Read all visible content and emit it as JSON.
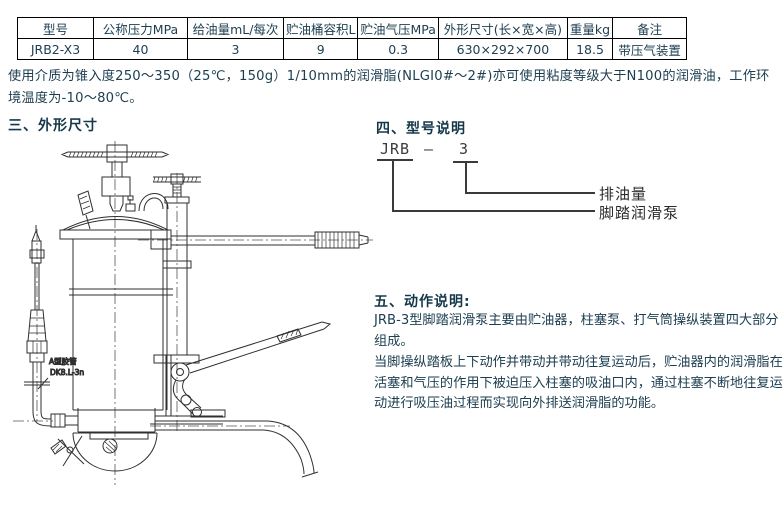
{
  "page": {
    "background": "#ffffff",
    "text_color": "#1c3e50",
    "heading_color": "#14384a"
  },
  "spec_table": {
    "headers": [
      "型号",
      "公称压力MPa",
      "给油量mL/每次",
      "贮油桶容积L",
      "贮油气压MPa",
      "外形尺寸(长×宽×高)",
      "重量kg",
      "备注"
    ],
    "row": [
      "JRB2-X3",
      "40",
      "3",
      "9",
      "0.3",
      "630×292×700",
      "18.5",
      "带压气装置"
    ]
  },
  "intro": {
    "text": "使用介质为锥入度250～350（25℃，150g）1/10mm的润滑脂(NLGI0#～2#)亦可使用粘度等级大于N100的润滑油，工作环境温度为-10～80℃。"
  },
  "sections": {
    "outline": {
      "heading": "三、外形尺寸"
    },
    "model": {
      "heading": "四、型号说明",
      "code_prefix": "JRB",
      "code_dash": "—",
      "code_number": "3",
      "label_discharge": "排油量",
      "label_pump": "脚踏润滑泵"
    },
    "action": {
      "heading": "五、动作说明:",
      "para1": "JRB-3型脚踏润滑泵主要由贮油器，柱塞泵、打气筒操纵装置四大部分组成。",
      "para2": "当脚操纵踏板上下动作并带动并带动往复运动后，贮油器内的润滑脂在活塞和气压的作用下被迫压入柱塞的吸油口内，通过柱塞不断地往复运动进行吸压油过程而实现向外排送润滑脂的功能。"
    }
  },
  "drawing": {
    "hose_label_line1": "A型胶管",
    "hose_label_line2": "DK8.L-3n"
  }
}
